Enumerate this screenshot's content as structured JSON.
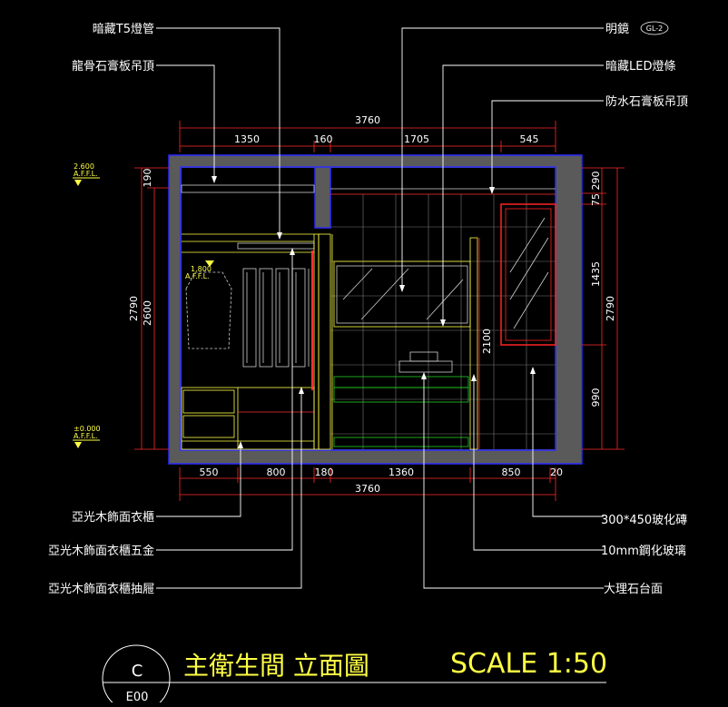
{
  "callouts_left": [
    {
      "id": "t5",
      "text": "暗藏T5燈管"
    },
    {
      "id": "gyp",
      "text": "龍骨石膏板吊頂"
    },
    {
      "id": "wardrobe",
      "text": "亞光木飾面衣櫃"
    },
    {
      "id": "hardware",
      "text": "亞光木飾面衣櫃五金"
    },
    {
      "id": "drawer",
      "text": "亞光木飾面衣櫃抽屜"
    }
  ],
  "callouts_right": [
    {
      "id": "mirror",
      "text": "明鏡",
      "tag": "GL-2"
    },
    {
      "id": "led",
      "text": "暗藏LED燈條"
    },
    {
      "id": "waterproof",
      "text": "防水石膏板吊頂"
    },
    {
      "id": "tile",
      "text": "300*450玻化磚"
    },
    {
      "id": "glass",
      "text": "10mm鋼化玻璃"
    },
    {
      "id": "marble",
      "text": "大理石台面"
    }
  ],
  "dims": {
    "top_total": "3760",
    "top_segments": [
      "1350",
      "160",
      "1705",
      "545"
    ],
    "bottom_segments": [
      "550",
      "800",
      "180",
      "1360",
      "850",
      "20"
    ],
    "bottom_total": "3760",
    "left_outer": "2790",
    "left_inner": "2600",
    "left_top": "190",
    "right_segments": [
      "290",
      "75",
      "1435",
      "990"
    ],
    "right_total": "2790",
    "glass_height": "2100"
  },
  "levels": {
    "ceiling": {
      "value": "2.600",
      "label": "A.F.F.L."
    },
    "rod": {
      "value": "1.800",
      "label": "A.F.F.L."
    },
    "floor": {
      "value": "±0.000",
      "label": "A.F.F.L."
    }
  },
  "title_block": {
    "letter": "C",
    "code": "E00",
    "title": "主衛生間 立面圖",
    "scale": "SCALE 1:50"
  },
  "colors": {
    "leader": "#ffffff",
    "dimension": "#ff2a2a",
    "structure": "#5a5a5a",
    "outline": "#2a2aff",
    "cabinet": "#ffff44",
    "counter": "#22cc22",
    "mirror": "#ff2222"
  }
}
